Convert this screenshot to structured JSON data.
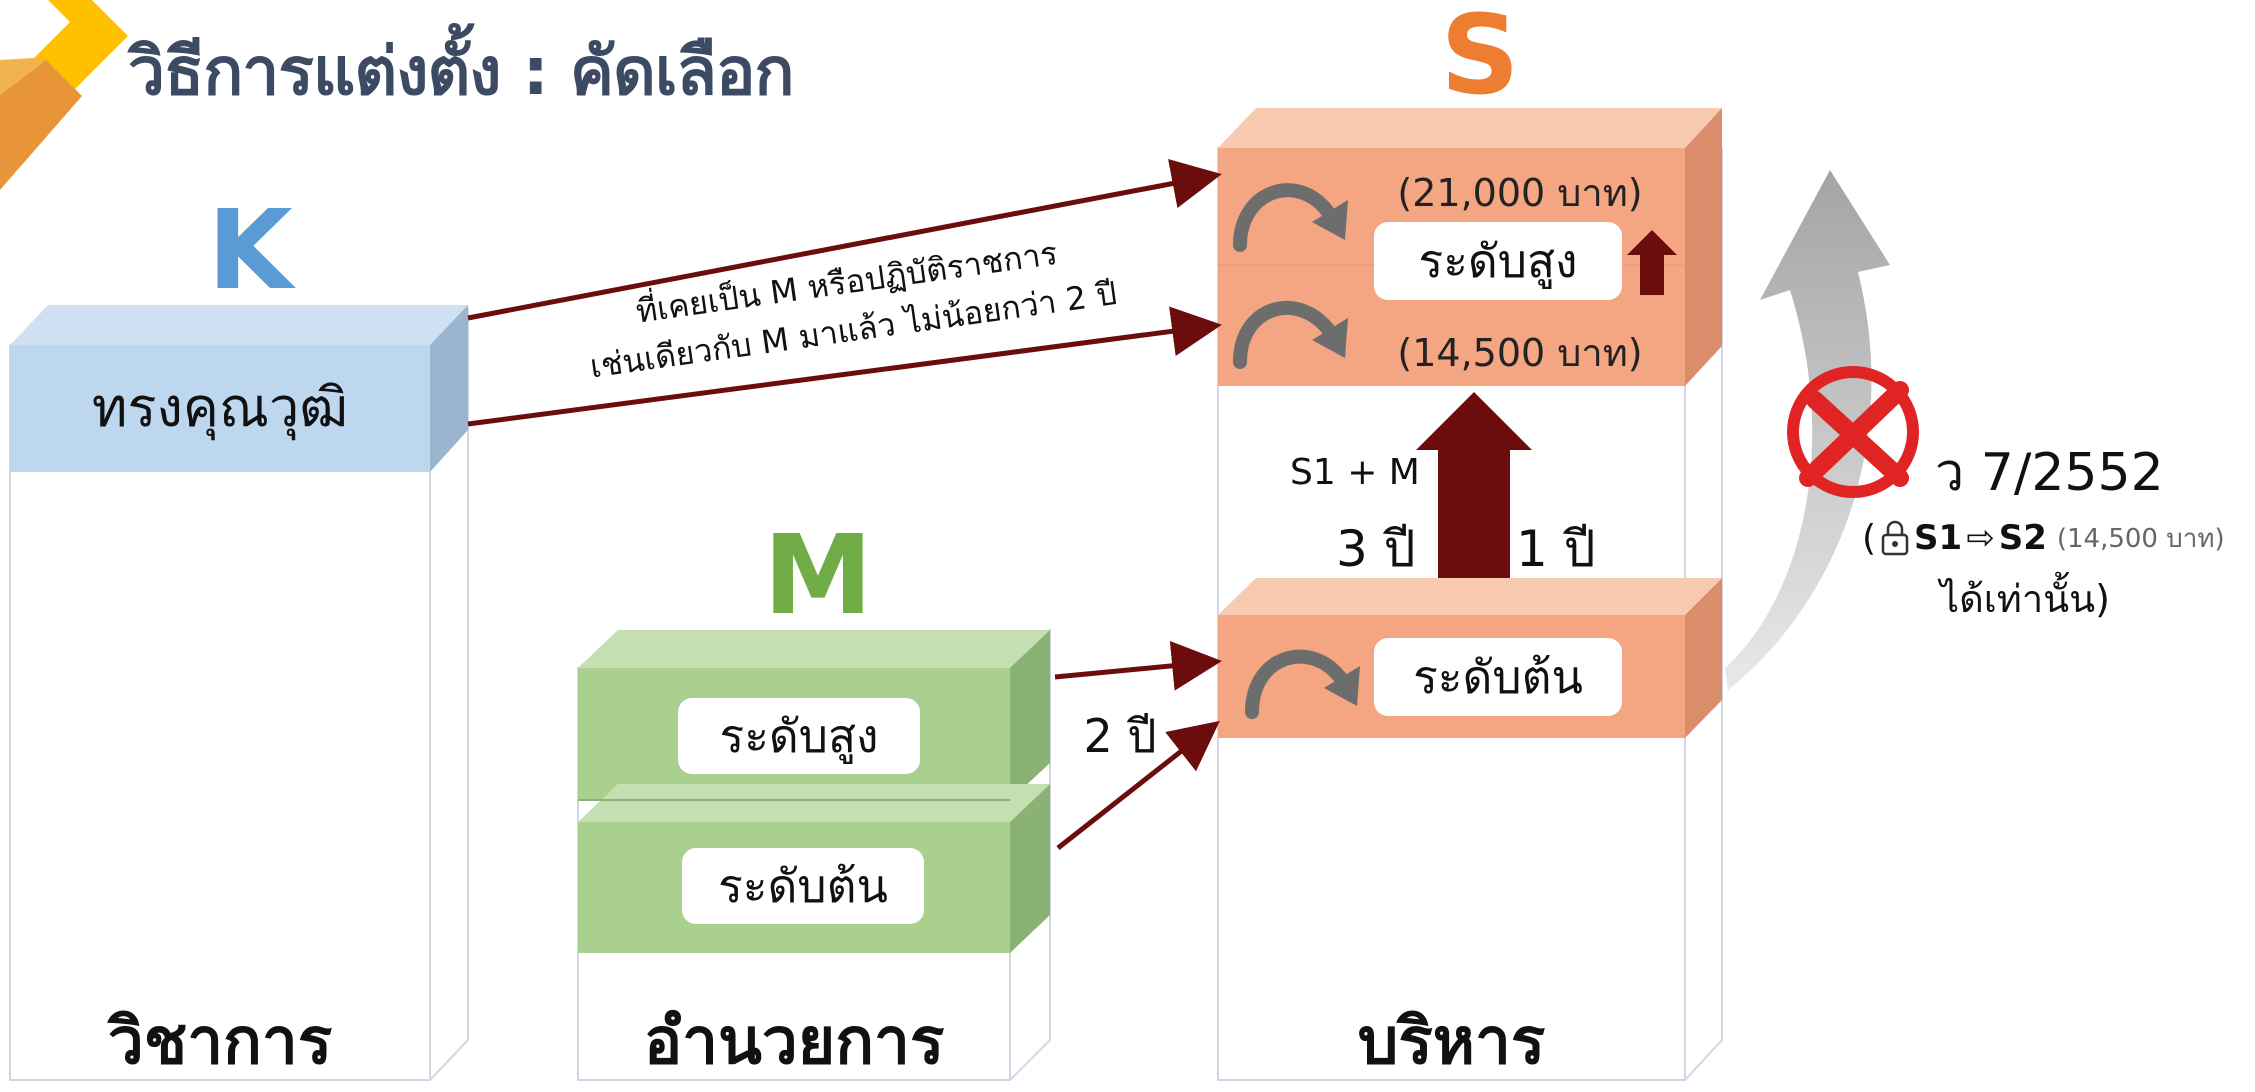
{
  "title": "วิธีการแต่งตั้ง : คัดเลือก",
  "columns": {
    "k": {
      "letter": "K",
      "box_label": "ทรงคุณวุฒิ",
      "bottom_label": "วิชาการ"
    },
    "m": {
      "letter": "M",
      "upper_label": "ระดับสูง",
      "lower_label": "ระดับต้น",
      "bottom_label": "อำนวยการ"
    },
    "s": {
      "letter": "S",
      "upper_salary": "(21,000 บาท)",
      "upper_label": "ระดับสูง",
      "middle_salary": "(14,500 บาท)",
      "lower_label": "ระดับต้น",
      "bottom_label": "บริหาร"
    }
  },
  "notes": {
    "k_to_s_line1": "ที่เคยเป็น M หรือปฏิบัติราชการ",
    "k_to_s_line2": "เช่นเดียวกับ M มาแล้ว ไม่น้อยกว่า 2 ปี",
    "m_to_s_years": "2 ปี",
    "s1_plus_m": "S1 + M",
    "three_years": "3 ปี",
    "one_year": "1 ปี",
    "rule_code": "ว 7/2552",
    "rule_open": "(",
    "rule_s1": "S1",
    "rule_arrow": "⇨",
    "rule_s2": "S2",
    "rule_salary": "(14,500 บาท)",
    "rule_line2": "ได้เท่านั้น)"
  },
  "colors": {
    "title": "#3d4a63",
    "k_blue": "#5b9bd5",
    "m_green": "#70ad47",
    "s_orange": "#ed7d31",
    "arrow_dark_red": "#6b0d0d",
    "s_box_fill": "#f4a582",
    "m_box_fill": "#a9d08e",
    "k_box_fill": "#bdd7ee"
  },
  "icons": [
    "corner-chevron-icon",
    "curved-arrow-icon",
    "up-arrow-icon",
    "prohibit-cross-icon",
    "padlock-icon",
    "big-curved-arrow-icon"
  ]
}
